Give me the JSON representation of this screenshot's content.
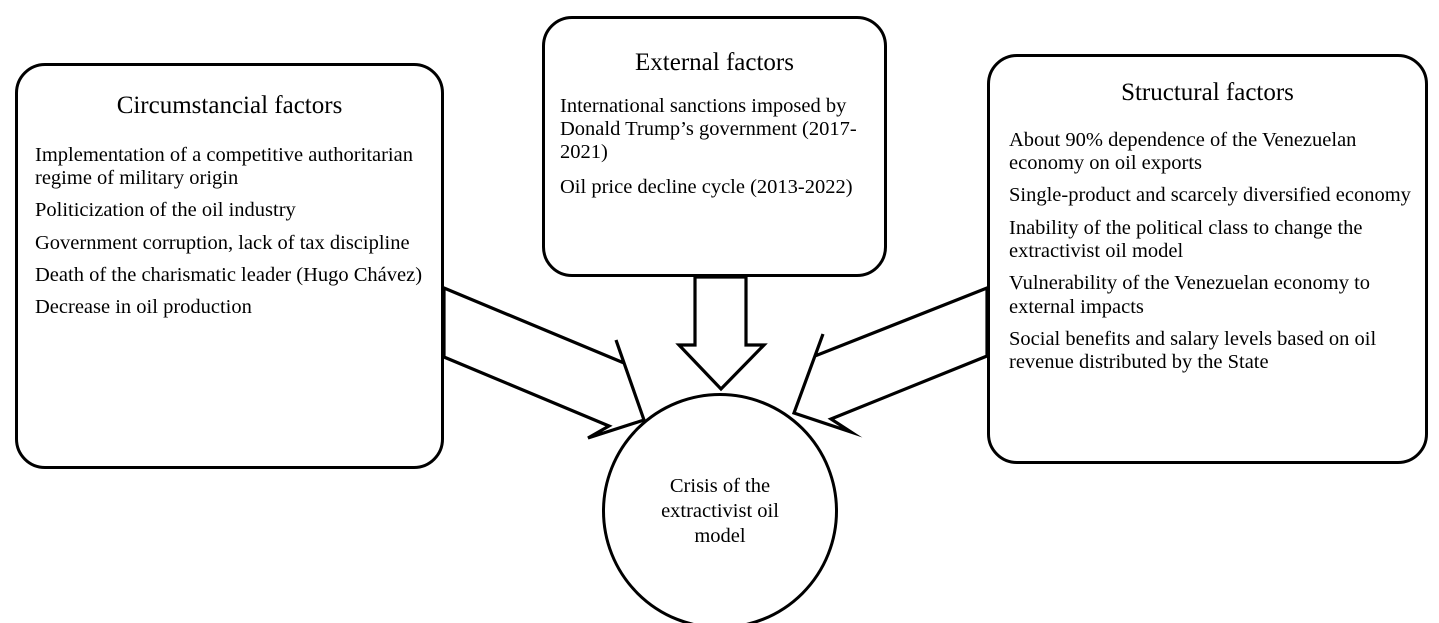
{
  "diagram": {
    "title": "Crisis of the extractivist oil model",
    "stroke_color": "#000000",
    "background_color": "#ffffff",
    "center": {
      "label": "Crisis of the\nextractivist oil\nmodel",
      "line1": "Crisis of the",
      "line2": "extractivist oil",
      "line3": "model"
    },
    "boxes": [
      {
        "id": "circumstancial",
        "title": "Circumstancial factors",
        "items": [
          "Implementation of a competitive authoritarian regime of military origin",
          "Politicization of the oil industry",
          "Government corruption, lack of tax discipline",
          "Death of the charismatic leader (Hugo Chávez)",
          "Decrease in oil production"
        ]
      },
      {
        "id": "external",
        "title": "External factors",
        "items": [
          "International sanctions imposed by Donald Trump’s government (2017-2021)",
          "Oil price decline cycle (2013-2022)"
        ]
      },
      {
        "id": "structural",
        "title": "Structural factors",
        "items": [
          "About 90% dependence of the Venezuelan economy on oil exports",
          "Single-product and scarcely diversified economy",
          "Inability of the political class to change the extractivist oil model",
          "Vulnerability of the Venezuelan economy to external impacts",
          "Social benefits and salary levels based on oil revenue distributed by the State"
        ]
      }
    ],
    "arrows": [
      {
        "id": "arrow-circumstancial-to-center",
        "from": "circumstancial",
        "to": "center",
        "direction": "down-right"
      },
      {
        "id": "arrow-external-to-center",
        "from": "external",
        "to": "center",
        "direction": "down"
      },
      {
        "id": "arrow-structural-to-center",
        "from": "structural",
        "to": "center",
        "direction": "down-left"
      }
    ]
  }
}
